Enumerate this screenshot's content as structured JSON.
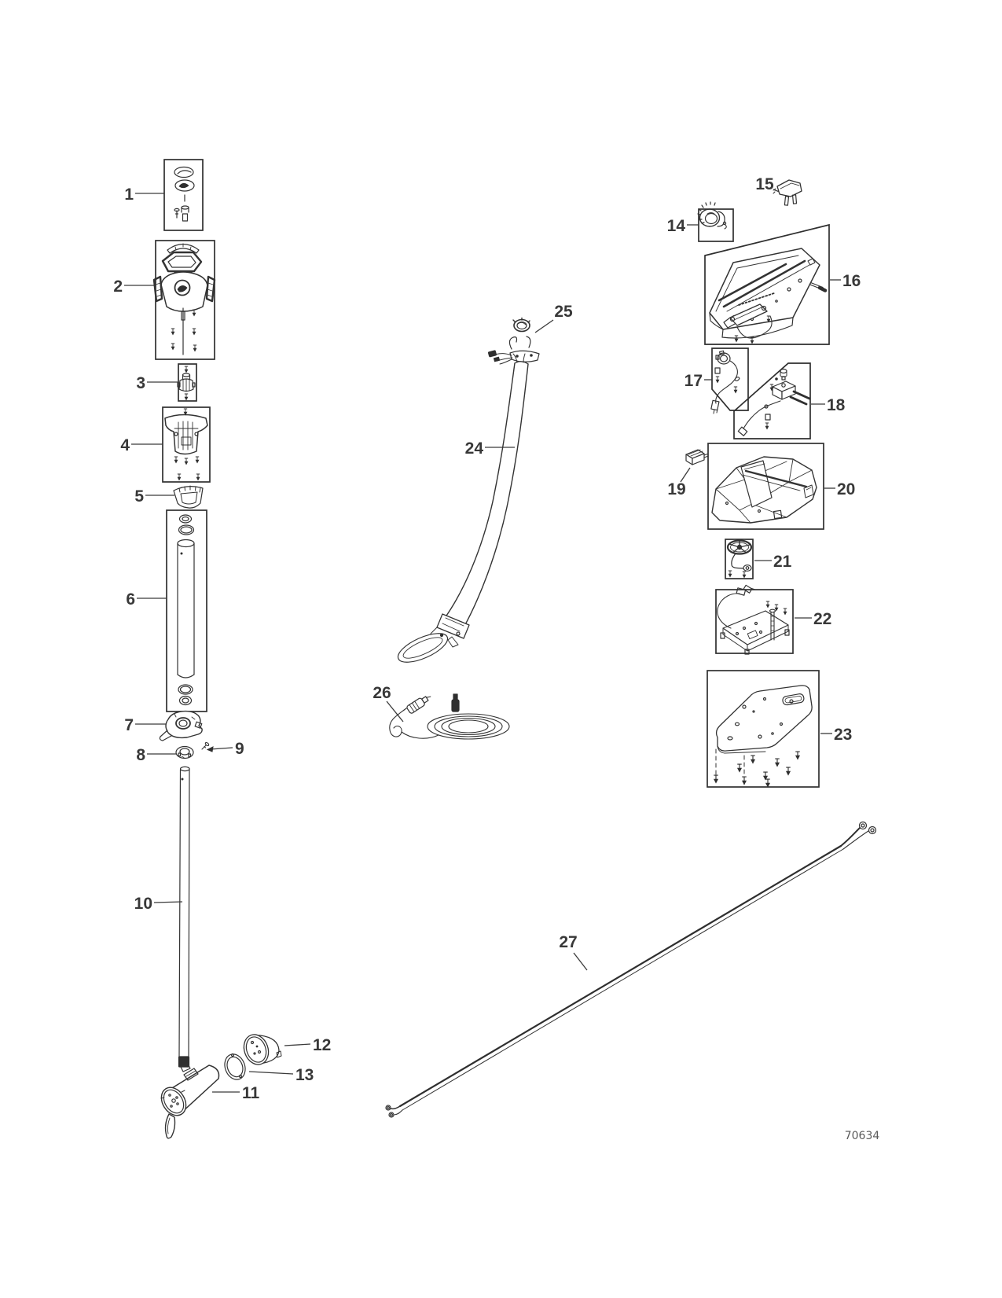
{
  "figure": {
    "drawing_number": "70634",
    "type": "exploded-parts-diagram",
    "background": "#ffffff",
    "ink_color": "#333333",
    "label_color": "#383838",
    "figure_number_color": "#5a5a5a"
  },
  "callouts": [
    {
      "label": "1",
      "boxed": true
    },
    {
      "label": "2",
      "boxed": true
    },
    {
      "label": "3",
      "boxed": true
    },
    {
      "label": "4",
      "boxed": true
    },
    {
      "label": "5",
      "boxed": false
    },
    {
      "label": "6",
      "boxed": true
    },
    {
      "label": "7",
      "boxed": false
    },
    {
      "label": "8",
      "boxed": false
    },
    {
      "label": "9",
      "boxed": false
    },
    {
      "label": "10",
      "boxed": false
    },
    {
      "label": "11",
      "boxed": false
    },
    {
      "label": "12",
      "boxed": false
    },
    {
      "label": "13",
      "boxed": false
    },
    {
      "label": "14",
      "boxed": true
    },
    {
      "label": "15",
      "boxed": false
    },
    {
      "label": "16",
      "boxed": true
    },
    {
      "label": "17",
      "boxed": true
    },
    {
      "label": "18",
      "boxed": true
    },
    {
      "label": "19",
      "boxed": false
    },
    {
      "label": "20",
      "boxed": true
    },
    {
      "label": "21",
      "boxed": true
    },
    {
      "label": "22",
      "boxed": true
    },
    {
      "label": "23",
      "boxed": true
    },
    {
      "label": "24",
      "boxed": false
    },
    {
      "label": "25",
      "boxed": false
    },
    {
      "label": "26",
      "boxed": false
    },
    {
      "label": "27",
      "boxed": false
    }
  ]
}
